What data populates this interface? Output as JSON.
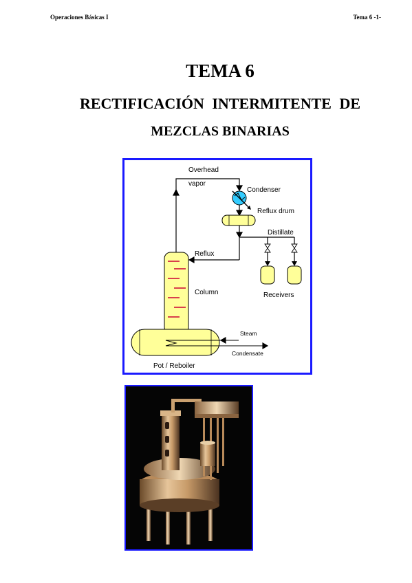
{
  "header": {
    "left": "Operaciones Básicas I",
    "right": "Tema 6 -1-"
  },
  "title": {
    "line1": "TEMA 6",
    "line2": "RECTIFICACIÓN INTERMITENTE DE",
    "line3": "MEZCLAS BINARIAS"
  },
  "diagram": {
    "overhead": "Overhead",
    "vapor": "vapor",
    "condenser": "Condenser",
    "reflux_drum": "Reflux drum",
    "distillate": "Distillate",
    "reflux": "Reflux",
    "column": "Column",
    "receivers": "Receivers",
    "steam": "Steam",
    "condensate": "Condensate",
    "pot_reboiler": "Pot / Reboiler"
  },
  "colors": {
    "border": "#1a1aff",
    "vessel": "#ffff99",
    "tray": "#cc0033",
    "condenser": "#33ccff"
  }
}
